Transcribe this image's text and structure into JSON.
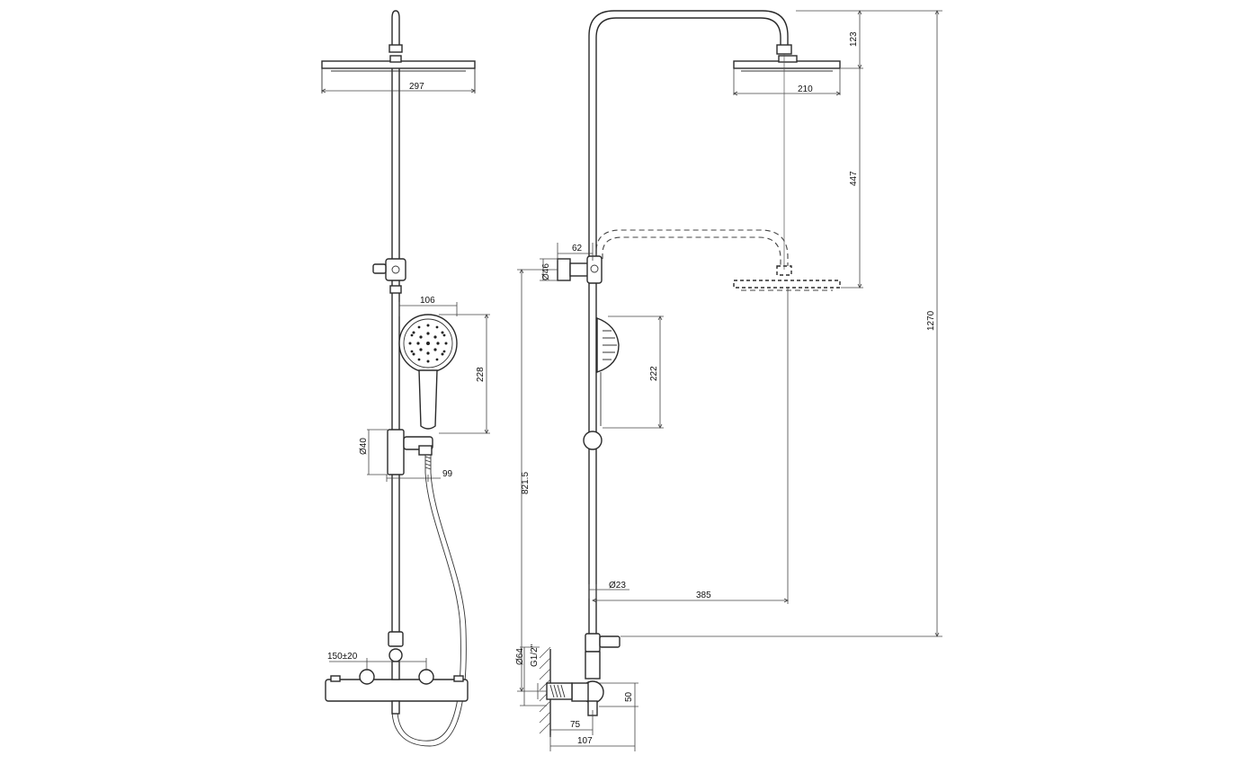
{
  "dimensions": {
    "front_head_width": "297",
    "hand_head_width": "106",
    "hand_shower_length": "228",
    "holder_diameter": "Ø40",
    "hose_offset": "99",
    "mixer_centers": "150±20",
    "side_top_offset": "123",
    "side_head_width": "210",
    "slide_travel": "447",
    "total_height": "1270",
    "bracket_offset": "62",
    "bracket_diameter": "Ø46",
    "mixer_to_bracket": "821.5",
    "side_hand_length": "222",
    "pipe_diameter": "Ø23",
    "arm_reach": "385",
    "escutcheon_diameter": "Ø64",
    "thread": "G1/2\"",
    "outlet_offset": "50",
    "wall_to_axis": "75",
    "wall_to_front": "107"
  }
}
